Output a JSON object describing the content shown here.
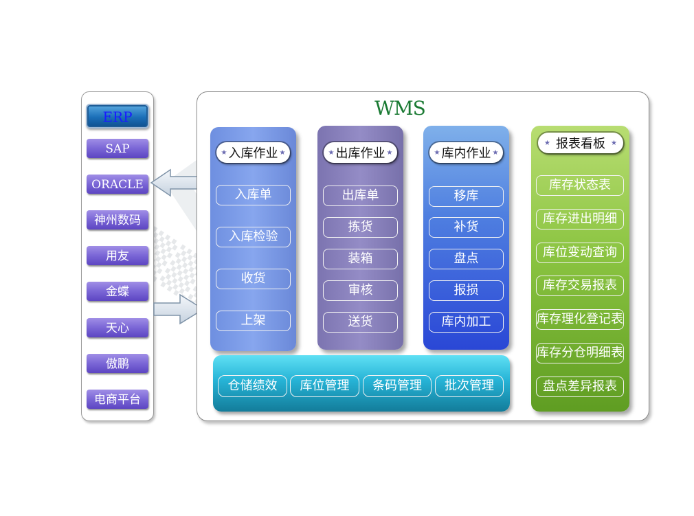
{
  "erp": {
    "title": "ERP",
    "items": [
      "SAP",
      "ORACLE",
      "神州数码",
      "用友",
      "金蝶",
      "天心",
      "傲鹏",
      "电商平台"
    ]
  },
  "wms": {
    "title": "WMS",
    "inbound": {
      "header": "入库作业",
      "items": [
        "入库单",
        "入库检验",
        "收货",
        "上架"
      ]
    },
    "outbound": {
      "header": "出库作业",
      "items": [
        "出库单",
        "拣货",
        "装箱",
        "审核",
        "送货"
      ]
    },
    "inventory": {
      "header": "库内作业",
      "items": [
        "移库",
        "补货",
        "盘点",
        "报损",
        "库内加工"
      ]
    },
    "reports": {
      "header": "报表看板",
      "items": [
        "库存状态表",
        "库存进出明细",
        "库位变动查询",
        "库存交易报表",
        "库存理化登记表",
        "库存分仓明细表",
        "盘点差异报表"
      ]
    },
    "bottom": [
      "仓储绩效",
      "库位管理",
      "条码管理",
      "批次管理"
    ]
  },
  "colors": {
    "erp_title_text": "#1a1aff",
    "wms_title": "#1a7a33",
    "erp_item": "#7a66d6",
    "inbound": "#87a6ee",
    "outbound": "#948cc6",
    "inventory": "#4f7fe0",
    "reports": "#8bc441",
    "bottom": "#26b3d6"
  }
}
